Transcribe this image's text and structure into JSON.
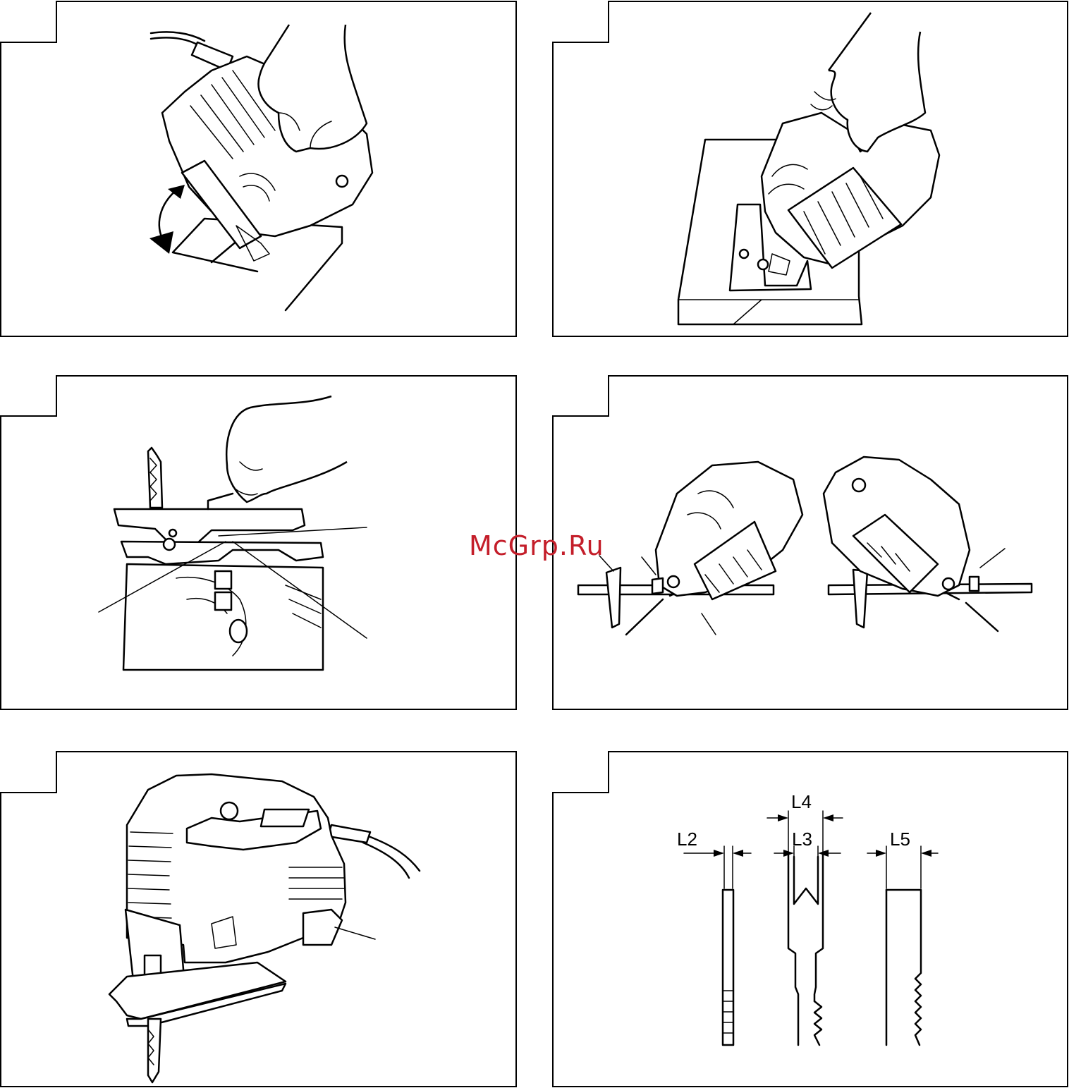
{
  "watermark": "McGrp.Ru",
  "colors": {
    "line": "#000000",
    "background": "#ffffff",
    "watermark": "#c41e2a"
  },
  "panels": [
    {
      "id": "panel-1",
      "content": "hand tilting jigsaw onto workpiece, rotation arrow"
    },
    {
      "id": "panel-2",
      "content": "jigsaw plunging into board"
    },
    {
      "id": "panel-3",
      "content": "hex key loosening base screw, callout lines"
    },
    {
      "id": "panel-4",
      "content": "bevel base tilted left and right"
    },
    {
      "id": "panel-5",
      "content": "jigsaw overview with callout"
    },
    {
      "id": "panel-6",
      "content": "blade shank dimensions"
    }
  ],
  "blade_dims": {
    "l2": "L2",
    "l3": "L3",
    "l4": "L4",
    "l5": "L5"
  }
}
